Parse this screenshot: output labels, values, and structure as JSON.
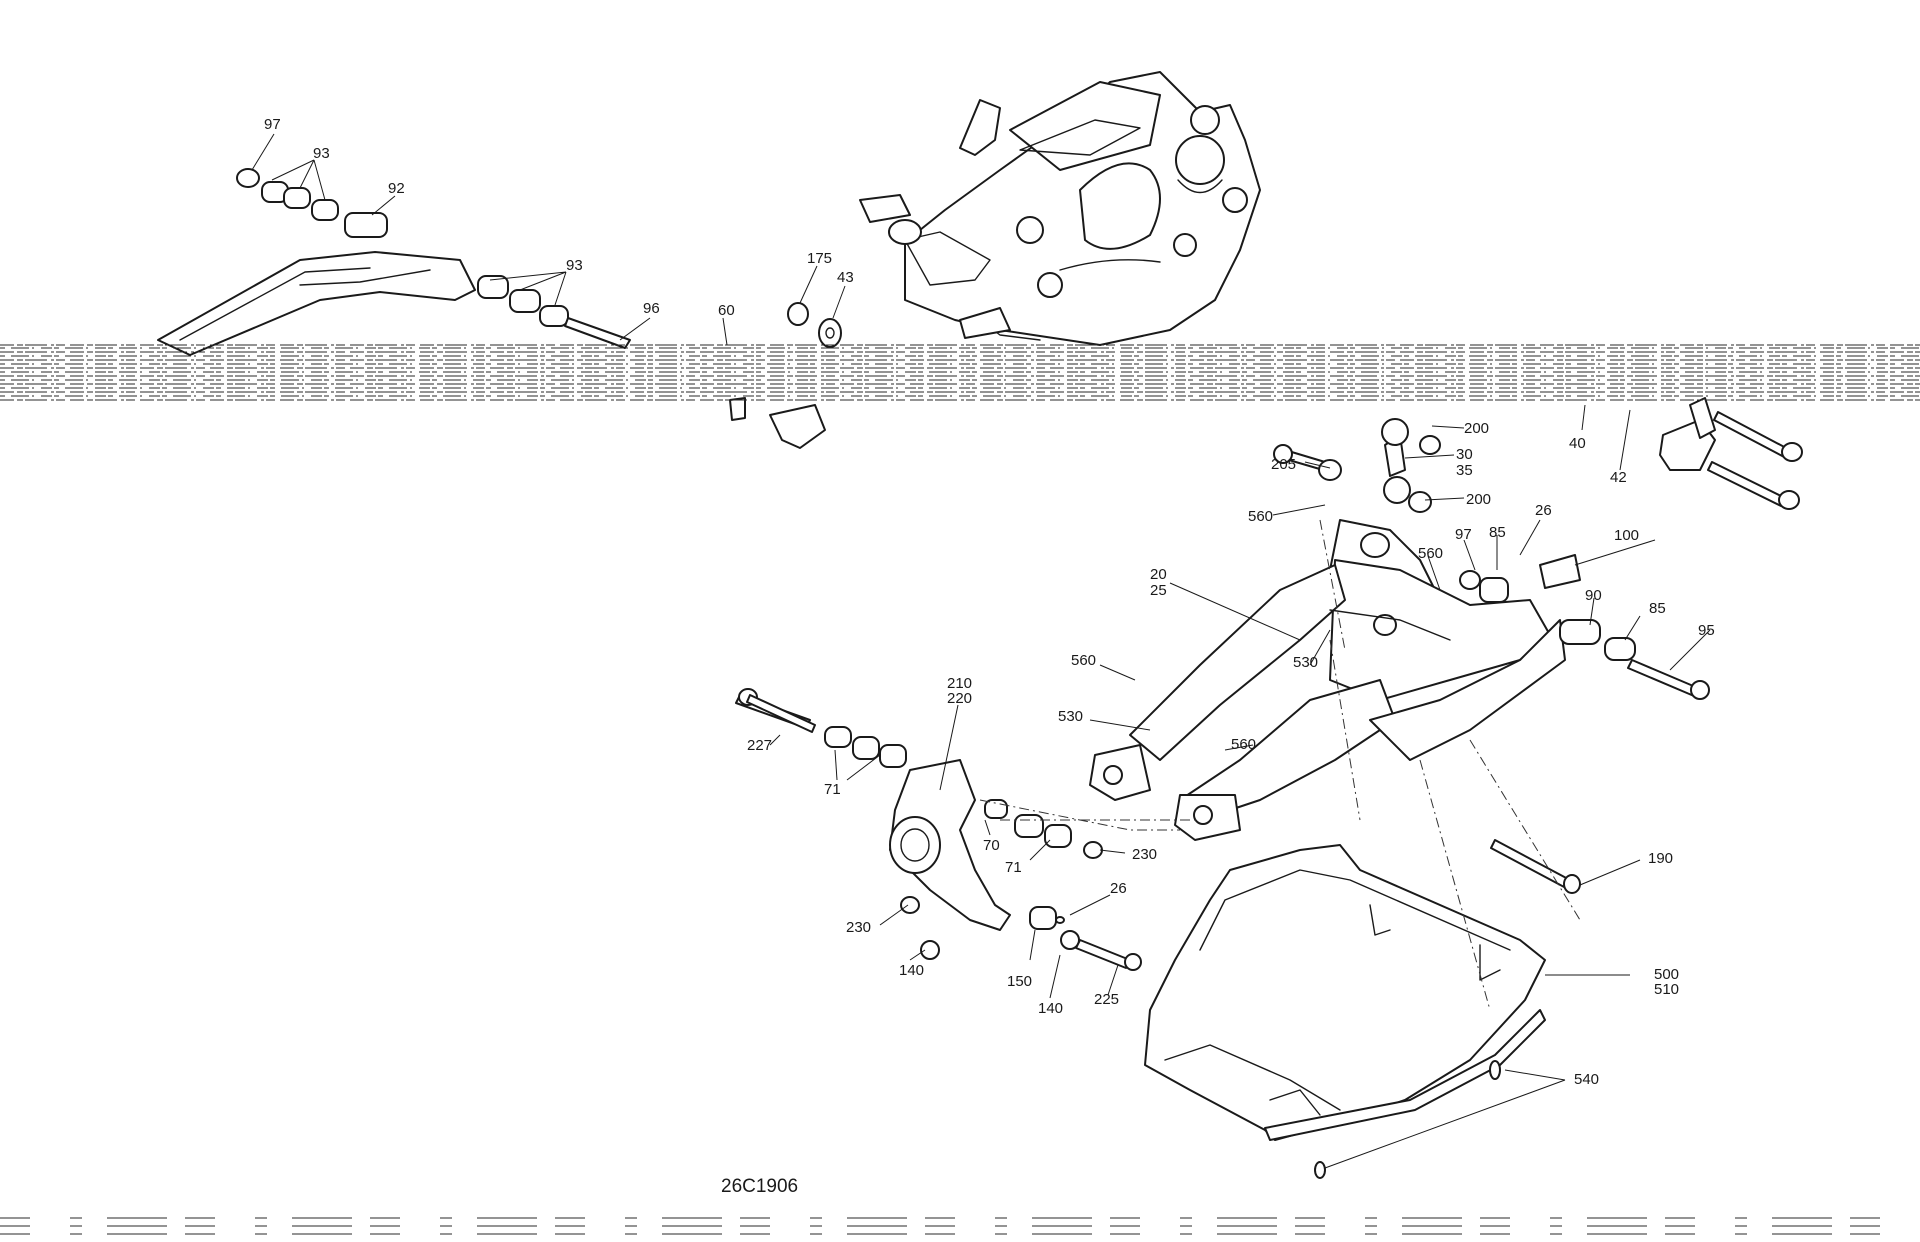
{
  "diagram": {
    "id": "26C1906",
    "callouts": [
      "97",
      "93",
      "92",
      "93",
      "96",
      "60",
      "175",
      "43",
      "200",
      "30",
      "35",
      "205",
      "200",
      "40",
      "42",
      "560",
      "26",
      "97",
      "85",
      "560",
      "100",
      "20",
      "25",
      "90",
      "530",
      "85",
      "95",
      "560",
      "210",
      "220",
      "227",
      "530",
      "560",
      "71",
      "70",
      "230",
      "71",
      "190",
      "26",
      "230",
      "140",
      "150",
      "140",
      "225",
      "500",
      "510",
      "540"
    ]
  }
}
